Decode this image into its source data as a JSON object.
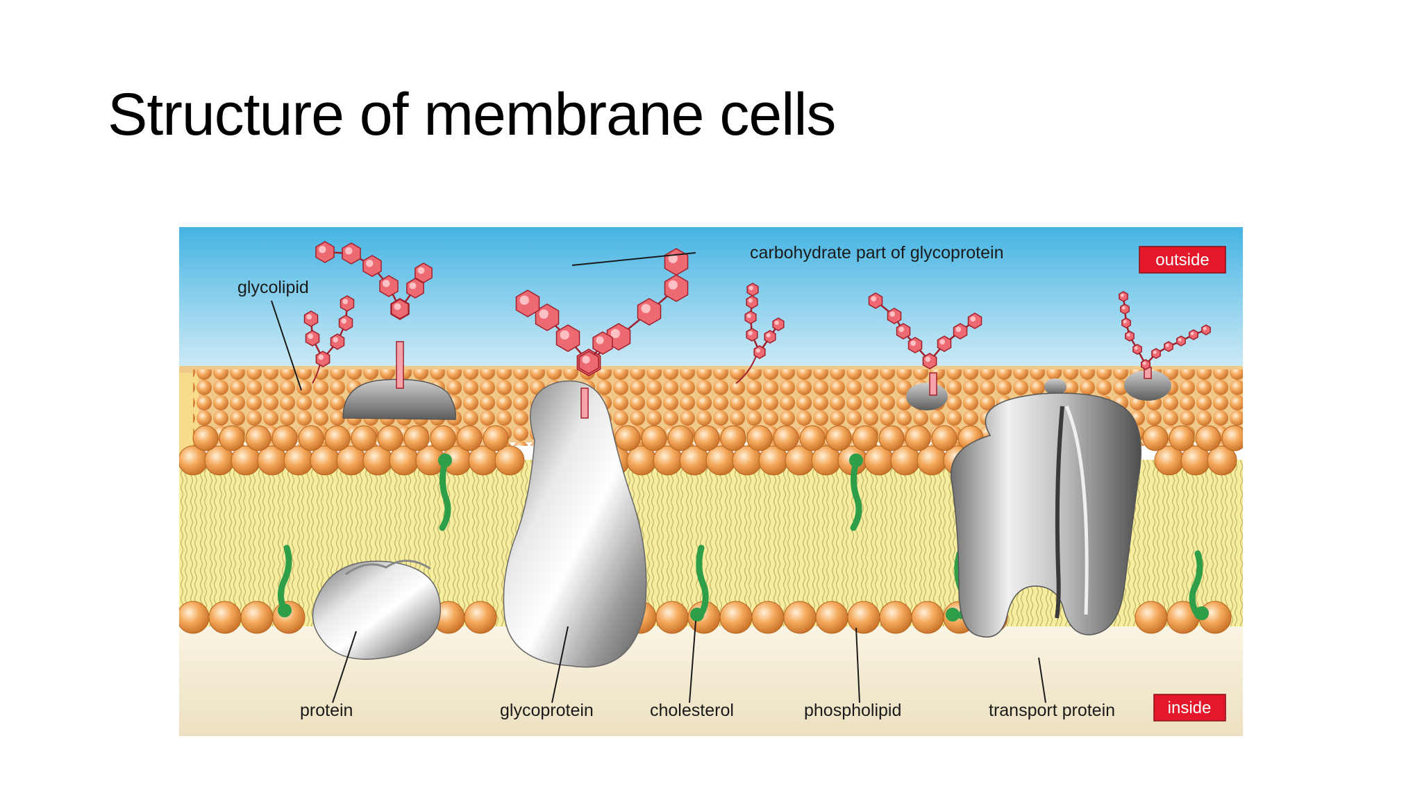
{
  "slide": {
    "title": "Structure of membrane cells"
  },
  "diagram": {
    "labels": {
      "glycolipid": "glycolipid",
      "carbohydrate": "carbohydrate part of glycoprotein",
      "protein": "protein",
      "glycoprotein": "glycoprotein",
      "cholesterol": "cholesterol",
      "phospholipid": "phospholipid",
      "transport_protein": "transport protein"
    },
    "tags": {
      "outside": "outside",
      "inside": "inside"
    },
    "colors": {
      "sky_top": "#45b4e3",
      "sky_bottom": "#e6f3f8",
      "phospholipid_head": "#f4a85a",
      "tail_band": "#f6ee9e",
      "cholesterol": "#2e9e48",
      "carbohydrate": "#e8505b",
      "protein": "#a8a8a8",
      "tag_red": "#e3192b"
    }
  }
}
